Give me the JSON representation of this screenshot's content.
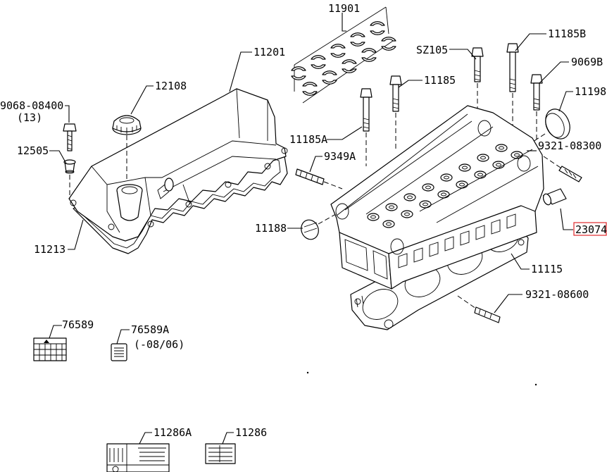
{
  "labels": {
    "p11901": "11901",
    "p11201": "11201",
    "pSZ105": "SZ105",
    "p11185B": "11185B",
    "p9069B": "9069B",
    "p12108": "12108",
    "p11185": "11185",
    "p11198": "11198",
    "p9068": "9068-08400",
    "p9068q": "(13)",
    "p11185A": "11185A",
    "p12505": "12505",
    "p9321_08300": "9321-08300",
    "p9349A": "9349A",
    "p23074": "23074",
    "p11188": "11188",
    "p11213": "11213",
    "p11115": "11115",
    "p9321_08600": "9321-08600",
    "p76589": "76589",
    "p76589A": "76589A",
    "p76589Aq": "(-08/06)",
    "p11286A": "11286A",
    "p11286": "11286"
  },
  "highlight": {
    "color": "#e0282c",
    "part": "23074"
  }
}
